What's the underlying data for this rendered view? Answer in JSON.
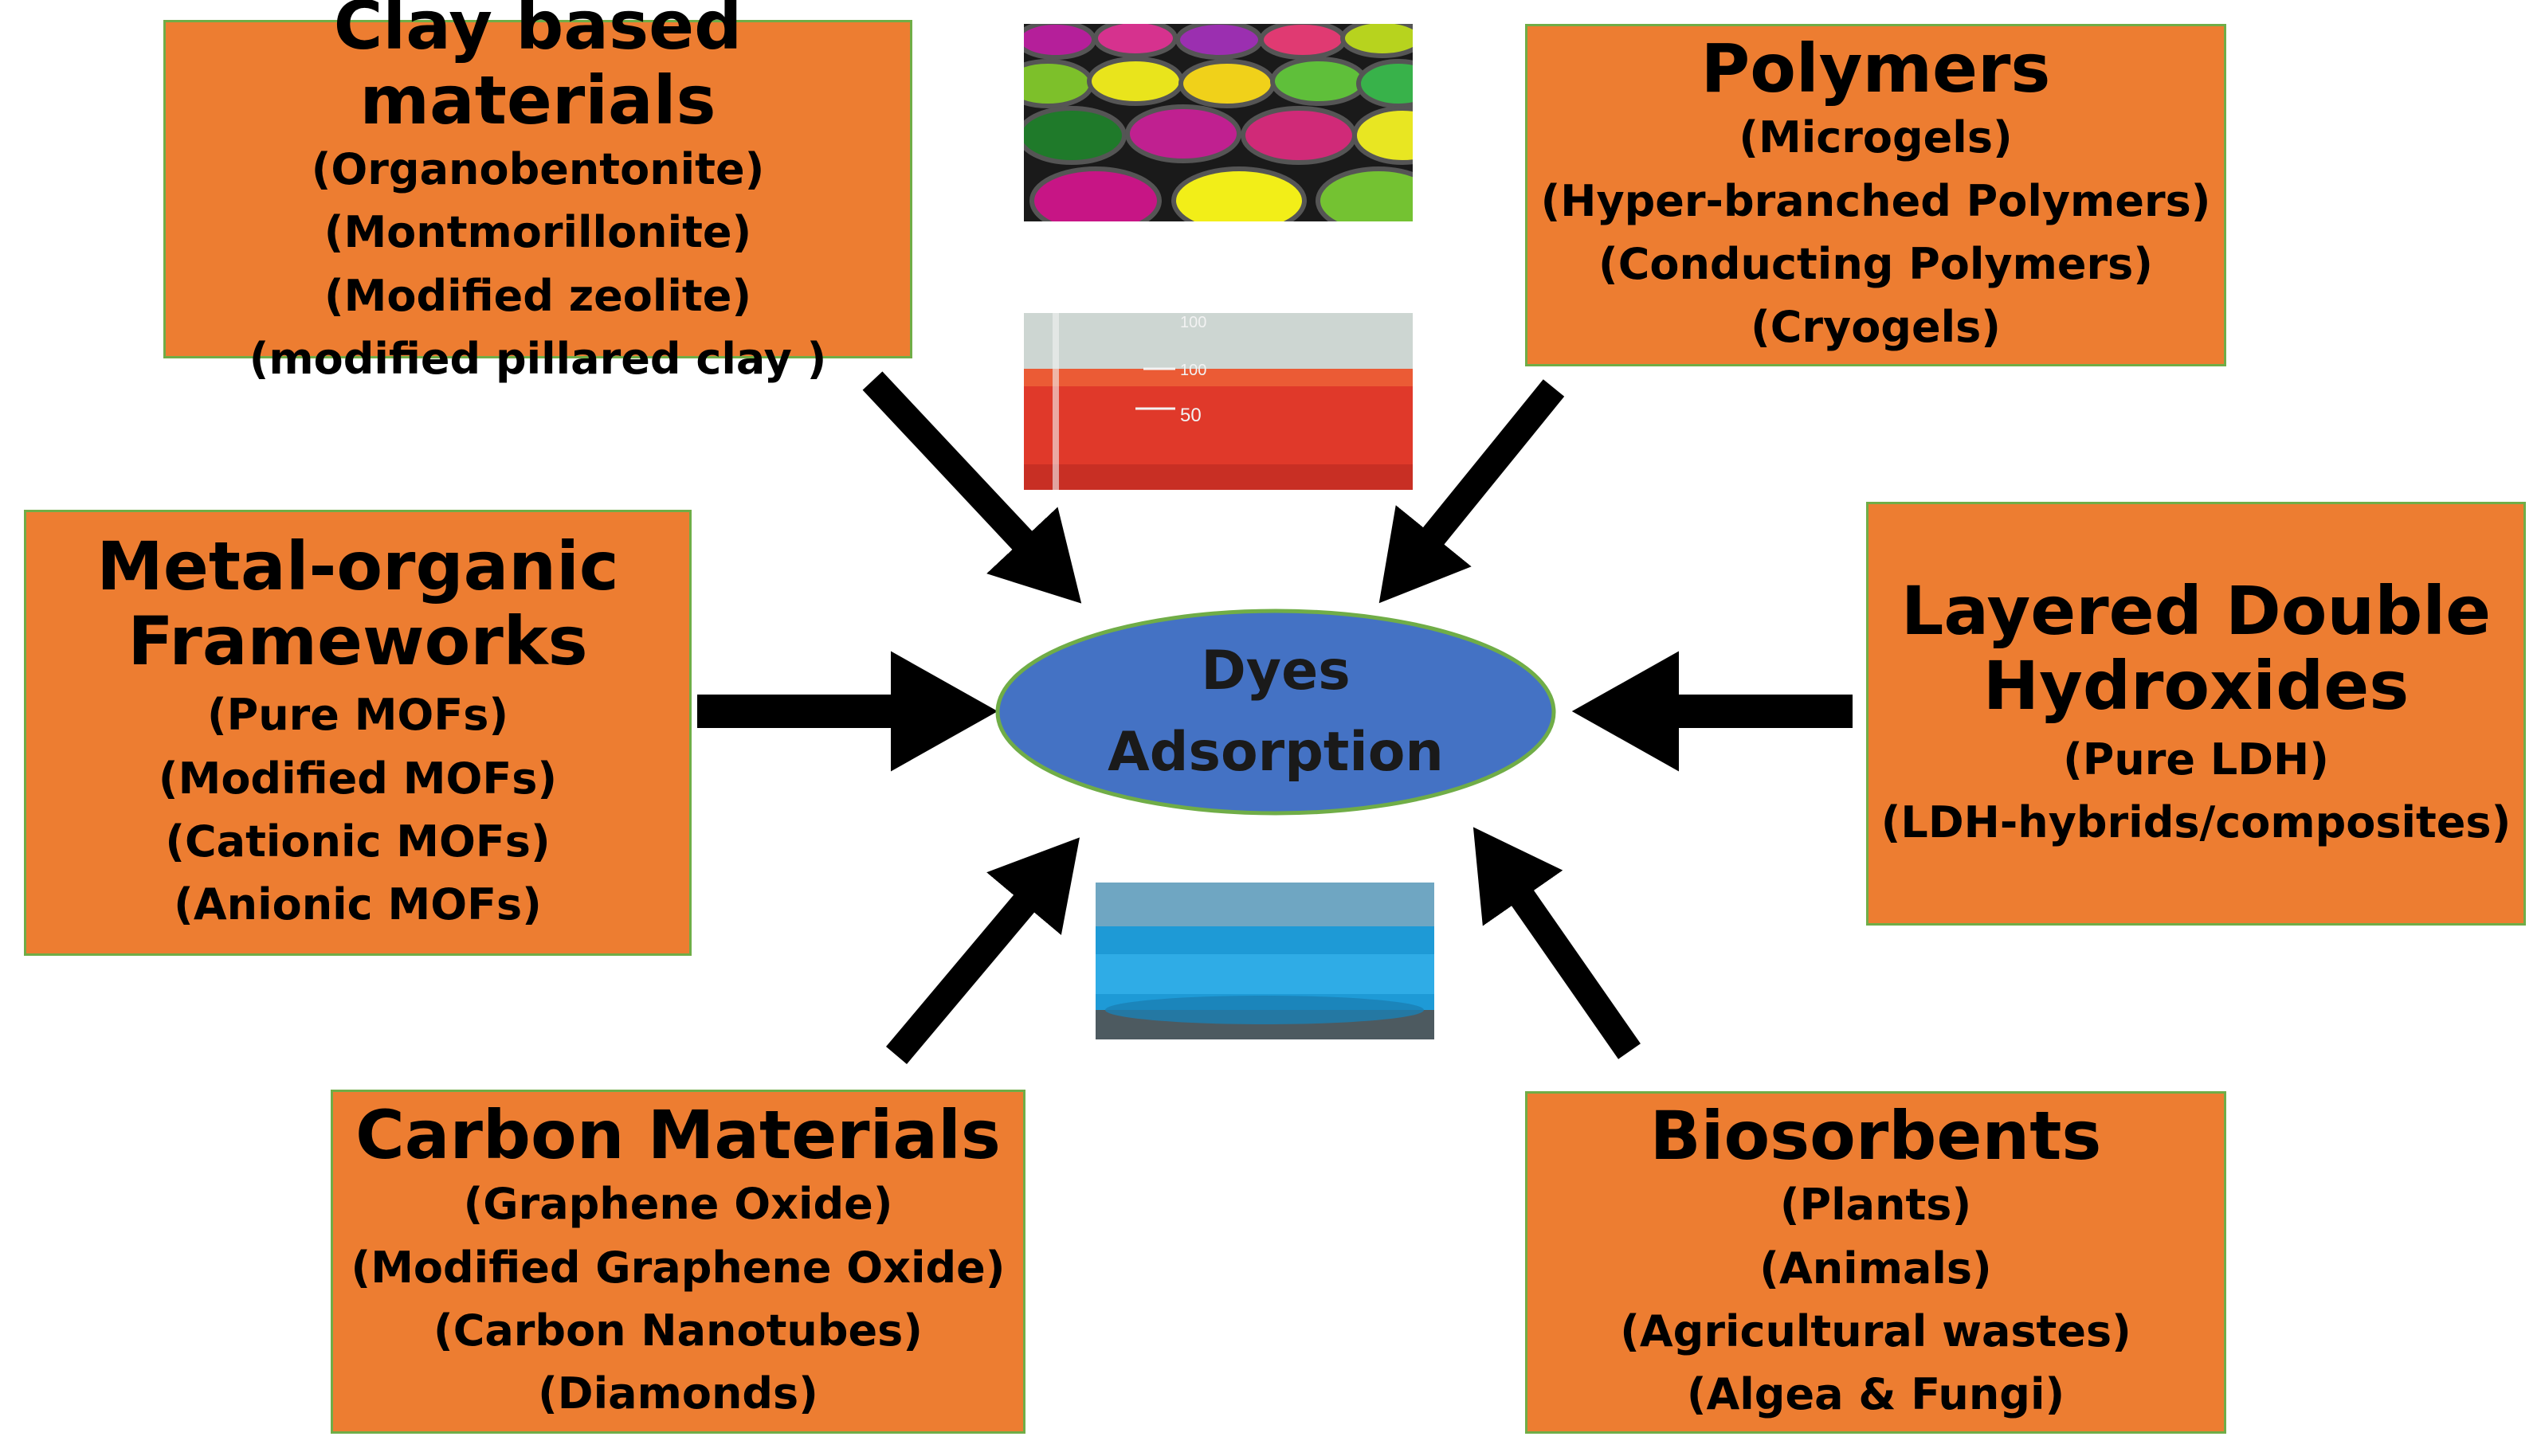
{
  "center": {
    "line1": "Dyes",
    "line2": "Adsorption"
  },
  "colors": {
    "box_fill": "#ED7D31",
    "box_border": "#70AD47",
    "hub_fill": "#4472C4",
    "hub_border": "#70AD47",
    "arrow": "#000000"
  },
  "categories": {
    "clay": {
      "title": "Clay based materials",
      "items": [
        "(Organobentonite)",
        "(Montmorillonite)",
        "(Modified zeolite)",
        "(modified pillared clay )"
      ]
    },
    "polymers": {
      "title": "Polymers",
      "items": [
        "(Microgels)",
        "(Hyper-branched Polymers)",
        "(Conducting Polymers)",
        "(Cryogels)"
      ]
    },
    "mof": {
      "title_line1": "Metal-organic",
      "title_line2": "Frameworks",
      "items": [
        "(Pure MOFs)",
        "(Modified MOFs)",
        "(Cationic MOFs)",
        "(Anionic MOFs)"
      ]
    },
    "ldh": {
      "title_line1": "Layered Double",
      "title_line2": "Hydroxides",
      "items": [
        "(Pure LDH)",
        "(LDH-hybrids/composites)"
      ]
    },
    "carbon": {
      "title": "Carbon Materials",
      "items": [
        "(Graphene Oxide)",
        "(Modified Graphene Oxide)",
        "(Carbon Nanotubes)",
        "(Diamonds)"
      ]
    },
    "bio": {
      "title": "Biosorbents",
      "items": [
        "(Plants)",
        "(Animals)",
        "(Agricultural wastes)",
        "(Algea & Fungi)"
      ]
    }
  },
  "photos": {
    "paint_cans": {
      "icon": "paint-cans-photo"
    },
    "red_beaker": {
      "icon": "red-dye-beaker-photo",
      "markings": [
        "100",
        "100",
        "50"
      ]
    },
    "blue_beaker": {
      "icon": "blue-dye-beaker-photo"
    }
  }
}
